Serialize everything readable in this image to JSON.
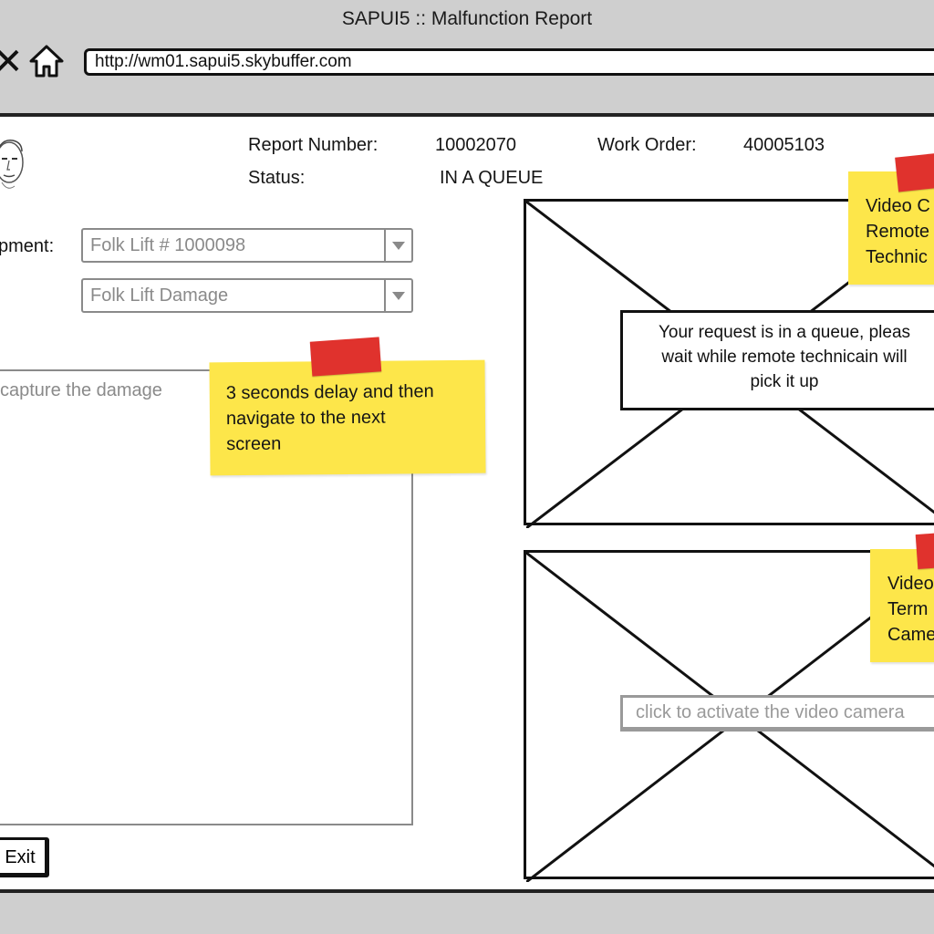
{
  "window": {
    "title": "SAPUI5 :: Malfunction Report",
    "url": "http://wm01.sapui5.skybuffer.com"
  },
  "report": {
    "number_label": "Report Number:",
    "number_value": "10002070",
    "work_order_label": "Work Order:",
    "work_order_value": "40005103",
    "status_label": "Status:",
    "status_value": "IN A QUEUE"
  },
  "form": {
    "equipment_label": "pment:",
    "equipment_value": "Folk Lift # 1000098",
    "damage_type_value": "Folk Lift Damage",
    "description_placeholder": "capture the damage",
    "exit_label": "Exit"
  },
  "video_remote": {
    "message_lines": [
      "Your request is in a queue, pleas",
      "wait while remote technicain will",
      "pick it up"
    ]
  },
  "video_terminal": {
    "activate_label": "click to activate the video camera"
  },
  "notes": {
    "delay": {
      "lines": [
        "3 seconds delay and then",
        "navigate to the next",
        "screen"
      ]
    },
    "remote": {
      "lines": [
        "Video C",
        "Remote",
        "Technic"
      ]
    },
    "terminal": {
      "lines": [
        "Video",
        "Term",
        "Came"
      ]
    }
  },
  "colors": {
    "chrome": "#cfcfcf",
    "sticky": "#fde64a",
    "tape": "#e0322d",
    "placeholder_text": "#8a8a8a"
  },
  "icons": [
    "close-icon",
    "home-icon",
    "avatar-icon",
    "chevron-down-icon"
  ]
}
